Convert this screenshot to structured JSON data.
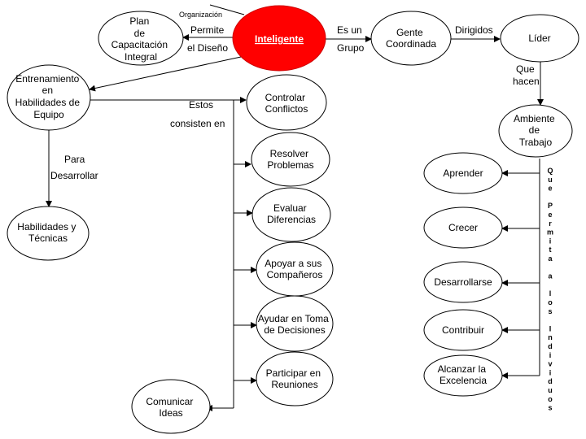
{
  "nodes": {
    "inteligente": "Inteligente",
    "plan": [
      "Plan",
      "de",
      "Capacitación",
      "Integral"
    ],
    "gente": [
      "Gente",
      "Coordinada"
    ],
    "lider": "Líder",
    "ambiente": [
      "Ambiente",
      "de",
      "Trabajo"
    ],
    "entrenamiento": [
      "Entrenamiento",
      "en",
      "Habilidades de",
      "Equipo"
    ],
    "habilidades": [
      "Habilidades y",
      "Técnicas"
    ],
    "controlar": [
      "Controlar",
      "Conflictos"
    ],
    "resolver": [
      "Resolver",
      "Problemas"
    ],
    "evaluar": [
      "Evaluar",
      "Diferencias"
    ],
    "apoyar": [
      "Apoyar a sus",
      "Compañeros"
    ],
    "ayudar": [
      "Ayudar en Toma",
      "de Decisiones"
    ],
    "participar": [
      "Participar en",
      "Reuniones"
    ],
    "comunicar": [
      "Comunicar",
      "Ideas"
    ],
    "aprender": "Aprender",
    "crecer": "Crecer",
    "desarrollarse": "Desarrollarse",
    "contribuir": "Contribuir",
    "alcanzar": [
      "Alcanzar la",
      "Excelencia"
    ]
  },
  "edges": {
    "organizacion": "Organización",
    "permite": "Permite",
    "el_diseno": "el Diseño",
    "es_un": "Es un",
    "grupo": "Grupo",
    "dirigidos": "Dirigidos",
    "que": "Que",
    "hacen": "hacen",
    "estos": "Estos",
    "consisten_en": "consisten en",
    "para": "Para",
    "desarrollar": "Desarrollar",
    "vertical": "Que Permita a los Individuos"
  }
}
